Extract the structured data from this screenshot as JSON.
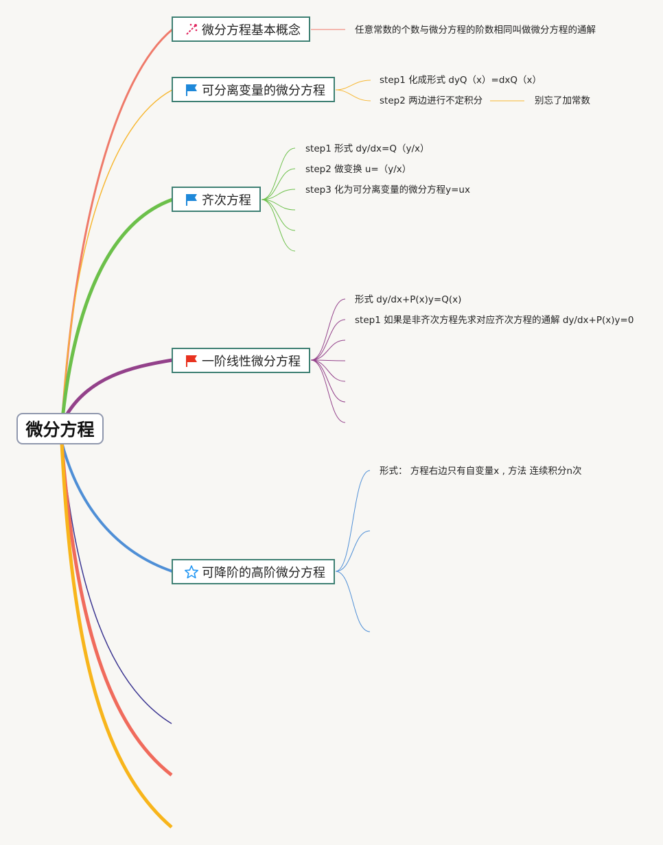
{
  "root": {
    "label": "微分方程"
  },
  "branches": [
    {
      "label": "微分方程基本概念",
      "icon": "magic-wand-icon",
      "color": "#ef7a6a",
      "leaves": [
        {
          "text": "任意常数的个数与微分方程的阶数相同叫做微分方程的通解"
        }
      ]
    },
    {
      "label": "可分离变量的微分方程",
      "icon": "blue-flag-icon",
      "color": "#f7b731",
      "leaves": [
        {
          "text": "step1 化成形式 dyQ（x）=dxQ（x）"
        },
        {
          "text": "step2 两边进行不定积分"
        },
        {
          "text": "别忘了加常数"
        }
      ]
    },
    {
      "label": "齐次方程",
      "icon": "blue-flag-icon",
      "color": "#6cc04a",
      "leaves": [
        {
          "text": "step1 形式 dy/dx=Q（y/x）"
        },
        {
          "text": "step2 做变换 u=（y/x）"
        },
        {
          "text": "step3 化为可分离变量的微分方程y=ux"
        }
      ]
    },
    {
      "label": "一阶线性微分方程",
      "icon": "red-flag-icon",
      "color": "#93418a",
      "leaves": [
        {
          "text": "形式 dy/dx+P(x)y=Q(x)"
        },
        {
          "text": "step1 如果是非齐次方程先求对应齐次方程的通解 dy/dx+P(x)y=0"
        }
      ]
    },
    {
      "label": "可降阶的高阶微分方程",
      "icon": "star-icon",
      "color": "#4f8fd6",
      "leaves": [
        {
          "text": "形式： 方程右边只有自变量x , 方法 连续积分n次"
        }
      ]
    }
  ],
  "colors": {
    "flag_blue": "#1e88d9",
    "flag_red": "#e8311f",
    "wand": "#e0245e",
    "star": "#2196f3",
    "extra_branch_navy": "#3a3490",
    "extra_branch_red": "#f06b5c",
    "extra_branch_yellow": "#f8b51b"
  }
}
